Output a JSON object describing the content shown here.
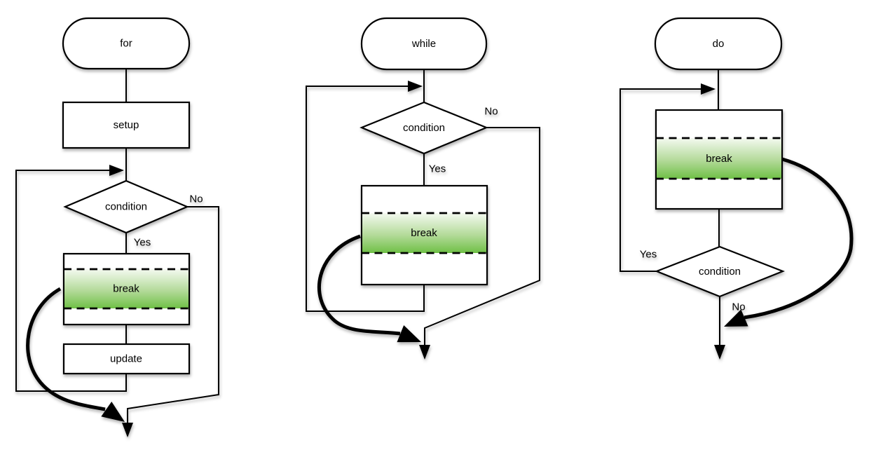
{
  "colors": {
    "stroke": "#000000",
    "shape_fill": "#ffffff",
    "break_gradient_top": "#f4faf0",
    "break_gradient_mid": "#b3da99",
    "break_gradient_bottom": "#6fc046"
  },
  "for_chart": {
    "title": "for",
    "setup": "setup",
    "condition": "condition",
    "break": "break",
    "update": "update",
    "yes": "Yes",
    "no": "No"
  },
  "while_chart": {
    "title": "while",
    "condition": "condition",
    "break": "break",
    "yes": "Yes",
    "no": "No"
  },
  "do_chart": {
    "title": "do",
    "condition": "condition",
    "break": "break",
    "yes": "Yes",
    "no": "No"
  }
}
